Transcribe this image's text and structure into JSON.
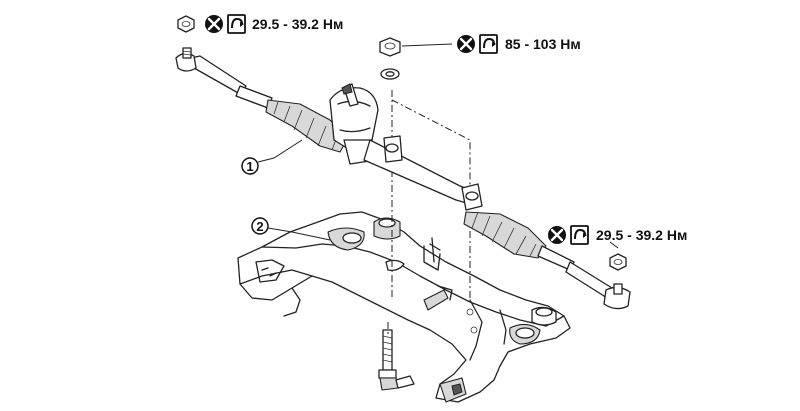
{
  "torque_specs": [
    {
      "value": "29.5 - 39.2 Нм",
      "icon_left": "no-reuse-icon",
      "icon_right": "torque-wrench-icon"
    },
    {
      "value": "85 - 103 Нм",
      "icon_left": "no-reuse-icon",
      "icon_right": "torque-wrench-icon"
    },
    {
      "value": "29.5 - 39.2 Нм",
      "icon_left": "no-reuse-icon",
      "icon_right": "torque-wrench-icon"
    }
  ],
  "callouts": [
    {
      "label": "1"
    },
    {
      "label": "2"
    }
  ]
}
